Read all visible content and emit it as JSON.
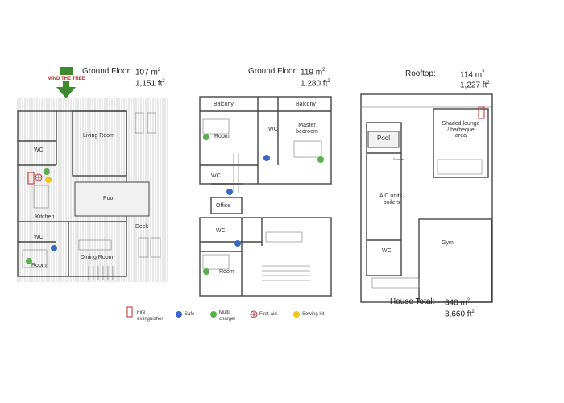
{
  "colors": {
    "safe": "#3a66c4",
    "multi_charger": "#58b04a",
    "sewing_kit": "#f3c21b",
    "fire_extinguisher": "#c0282e",
    "first_aid": "#c0282e",
    "tree_marker": "#3d8a2f",
    "mind_the_tree_text": "#c0282e"
  },
  "plan1": {
    "floor_label": "Ground Floor:",
    "area_m2": "107 m",
    "area_ft2": "1,151 ft",
    "mind_the_tree": "MIND THE TREE",
    "rooms": {
      "living_room": "Living Room",
      "wc": "WC",
      "pool": "Pool",
      "kitchen": "Kitchen",
      "deck": "Deck",
      "wc2": "WC",
      "room": "Room",
      "dining_room": "Dining Room"
    }
  },
  "plan2": {
    "floor_label": "Ground Floor:",
    "area_m2": "119 m",
    "area_ft2": "1.280 ft",
    "rooms": {
      "balcony_left": "Balcony",
      "balcony_right": "Balcony",
      "master_bedroom": "Master bedroom",
      "wc_upper": "WC",
      "room_upper": "Room",
      "wc_mid": "WC",
      "office": "Office",
      "wc_lower": "WC",
      "room_lower": "Room"
    }
  },
  "plan3": {
    "floor_label": "Rooftop:",
    "area_m2": "114 m",
    "area_ft2": "1,227 ft",
    "rooms": {
      "pool": "Pool",
      "shower": "Shower",
      "shaded_lounge": "Shaded lounge / barbeque area",
      "ac_units": "A/C units, boilers",
      "wc": "WC",
      "gym": "Gym"
    },
    "total_label": "House Total:",
    "total_m2": "340 m",
    "total_ft2": "3,660 ft"
  },
  "legend": {
    "fire_extinguisher": "Fire extinguisher",
    "safe": "Safe",
    "multi_charger": "Multi charger",
    "first_aid": "First-aid",
    "sewing_kit": "Sewing kit"
  }
}
